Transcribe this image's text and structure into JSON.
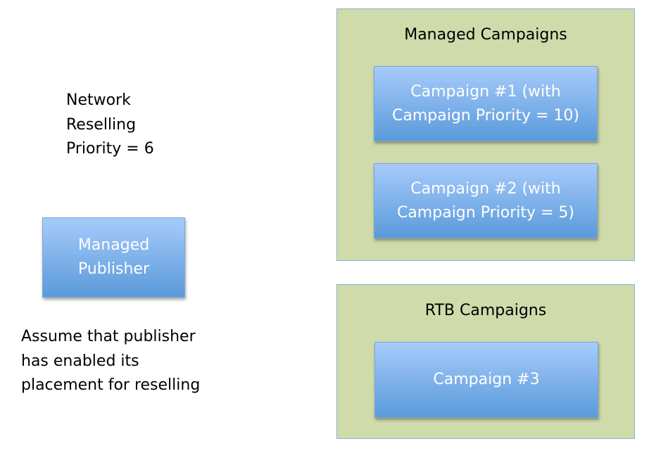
{
  "network_priority_text": "Network\nReselling\nPriority = 6",
  "publisher_node": "Managed\nPublisher",
  "assumption_text": "Assume that publisher\nhas enabled its\nplacement for reselling",
  "managed_group": {
    "title": "Managed Campaigns",
    "campaigns": [
      "Campaign #1 (with\nCampaign Priority = 10)",
      "Campaign #2 (with\nCampaign Priority = 5)"
    ]
  },
  "rtb_group": {
    "title": "RTB Campaigns",
    "campaigns": [
      "Campaign #3"
    ]
  },
  "colors": {
    "group_fill": "#cfdbab",
    "node_top": "#a7cbfb",
    "node_bottom": "#5a9ada"
  }
}
